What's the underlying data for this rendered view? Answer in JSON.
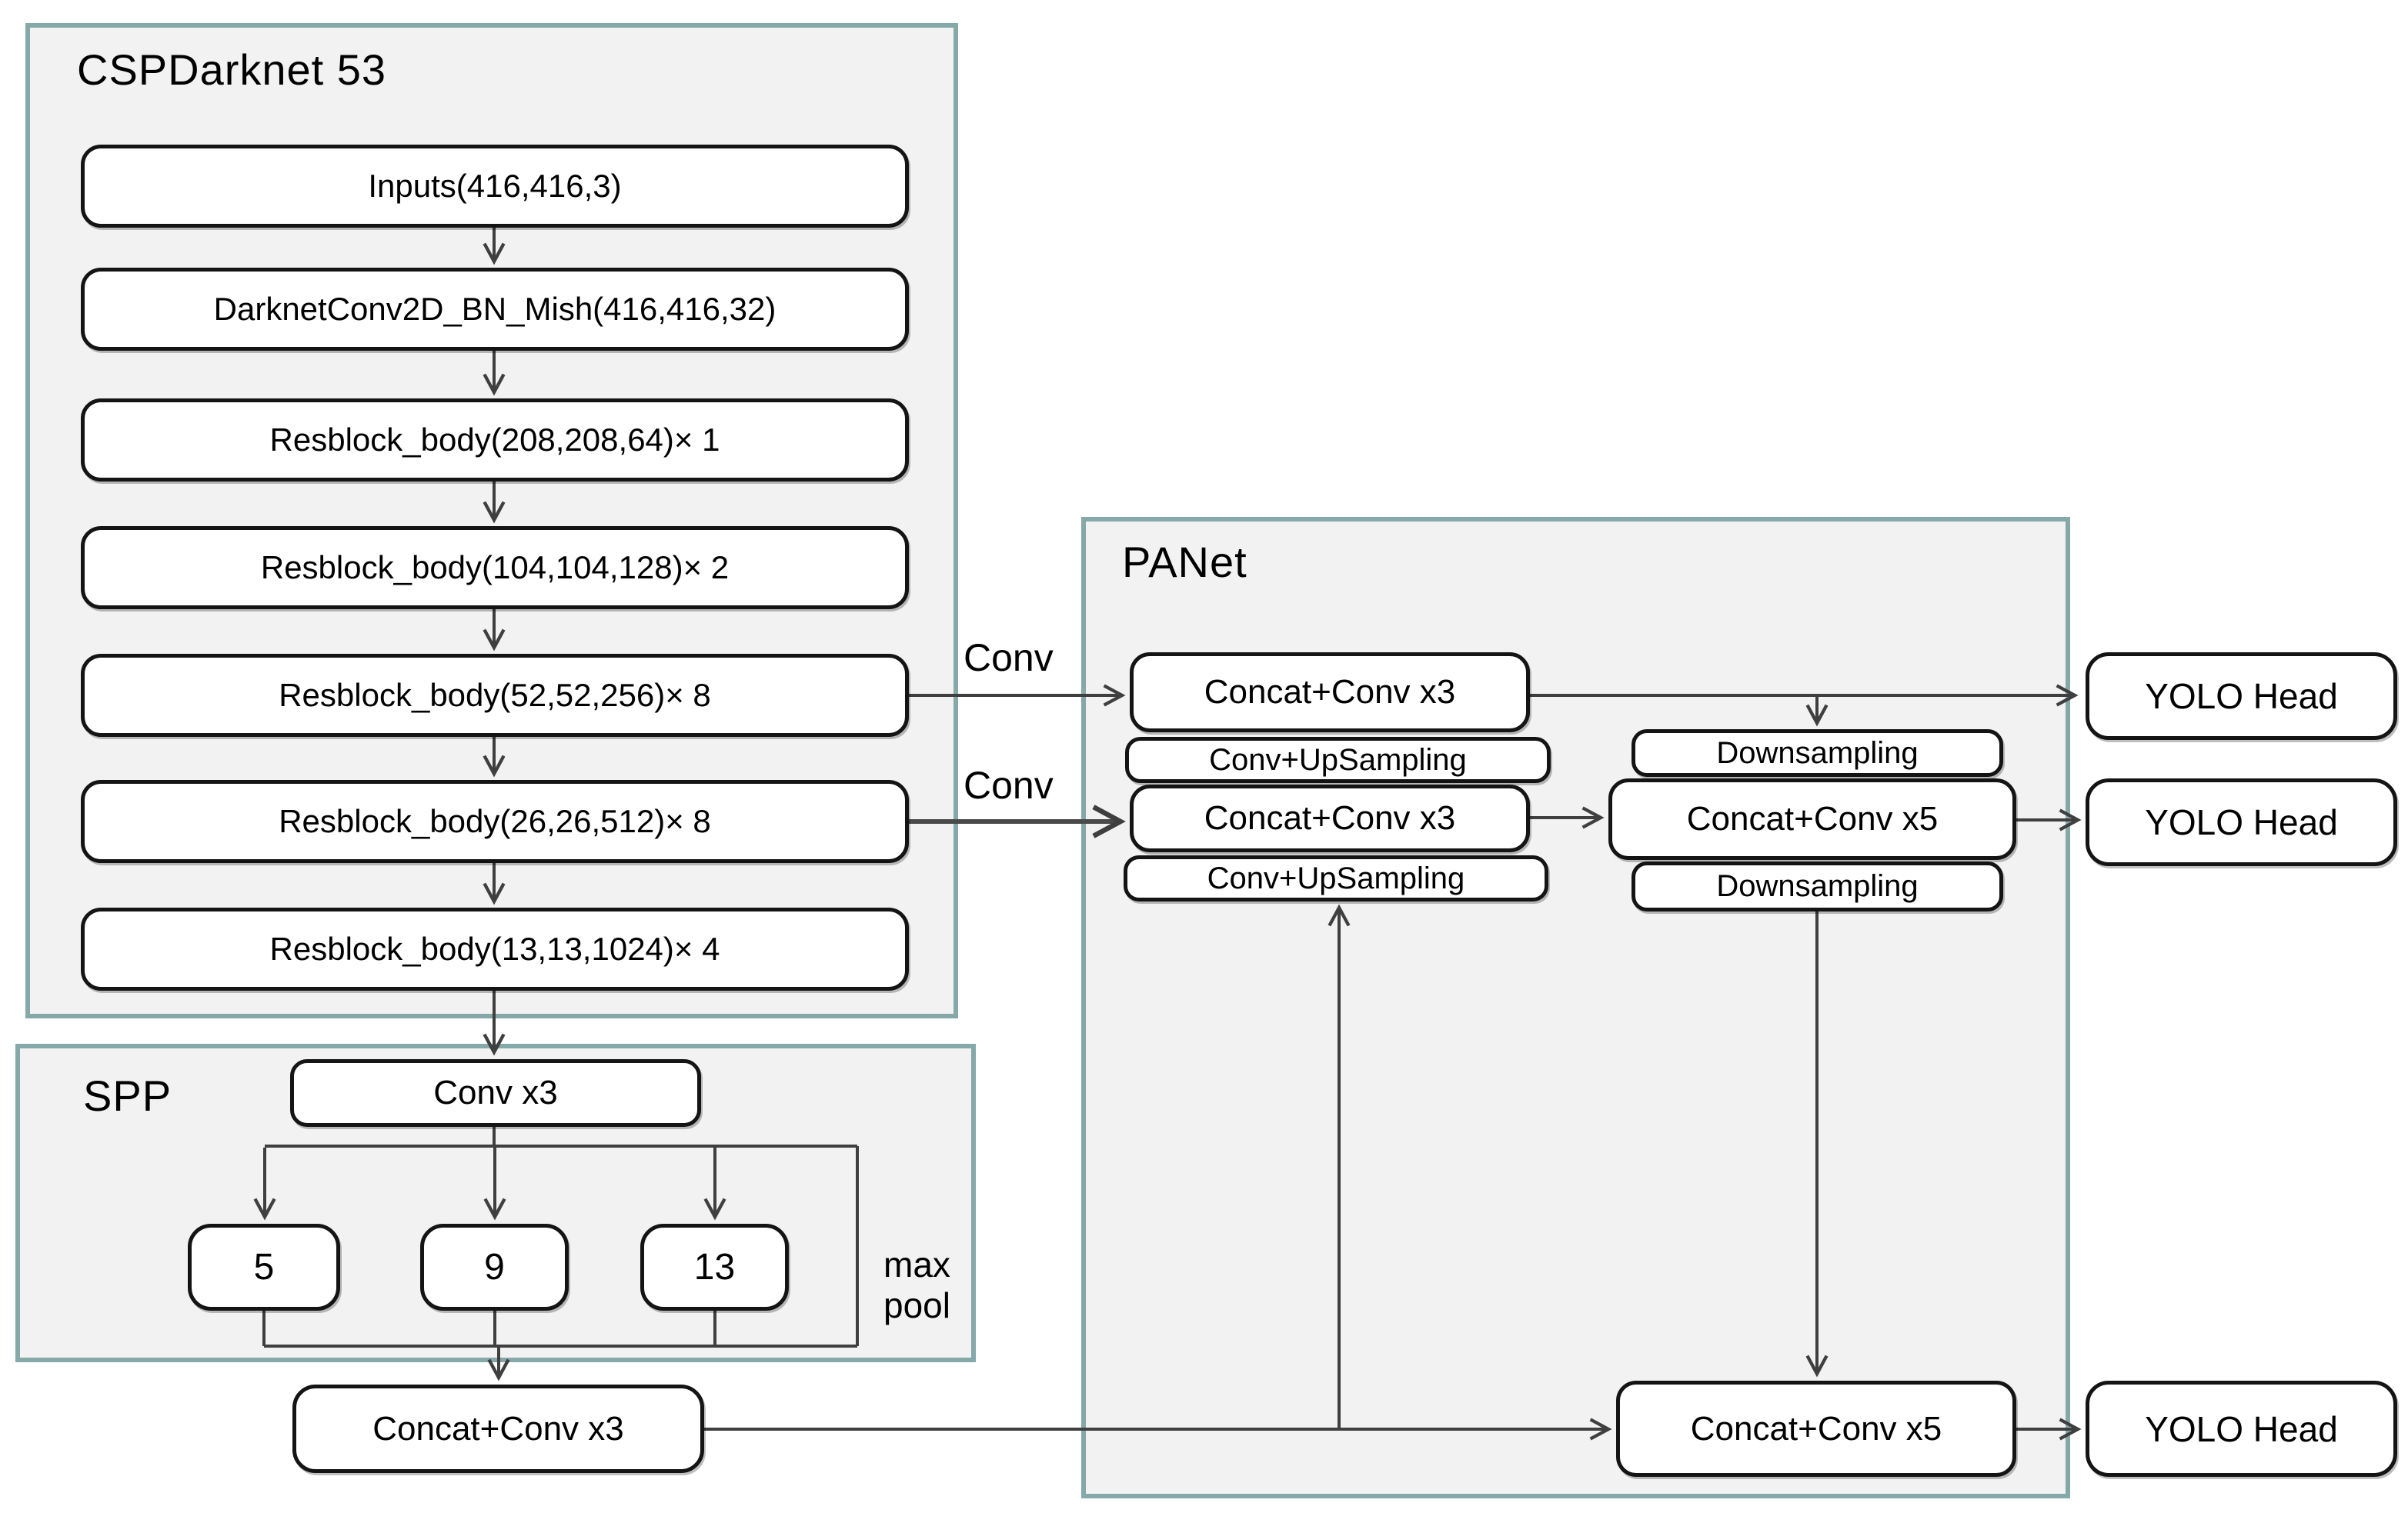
{
  "diagram": {
    "cspdarknet": {
      "title": "CSPDarknet 53",
      "boxes": [
        "Inputs(416,416,3)",
        "DarknetConv2D_BN_Mish(416,416,32)",
        "Resblock_body(208,208,64)× 1",
        "Resblock_body(104,104,128)× 2",
        "Resblock_body(52,52,256)× 8",
        "Resblock_body(26,26,512)× 8",
        "Resblock_body(13,13,1024)× 4"
      ]
    },
    "spp": {
      "title": "SPP",
      "conv": "Conv x3",
      "pools": [
        "5",
        "9",
        "13"
      ],
      "maxpool": "max\npool",
      "concat": "Concat+Conv x3"
    },
    "panet": {
      "title": "PANet",
      "concat_conv_x3_top": "Concat+Conv x3",
      "conv_upsampling_1": "Conv+UpSampling",
      "concat_conv_x3_mid": "Concat+Conv x3",
      "conv_upsampling_2": "Conv+UpSampling",
      "downsampling_1": "Downsampling",
      "concat_conv_x5_mid": "Concat+Conv x5",
      "downsampling_2": "Downsampling",
      "concat_conv_x5_bottom": "Concat+Conv x5"
    },
    "edge_labels": {
      "conv_top": "Conv",
      "conv_mid": "Conv"
    },
    "yolo_heads": [
      "YOLO Head",
      "YOLO Head",
      "YOLO Head"
    ],
    "colors": {
      "container_border": "#85a8a9",
      "container_bg": "#f2f2f2",
      "box_border": "#141414",
      "line": "#3f3f3f"
    }
  }
}
